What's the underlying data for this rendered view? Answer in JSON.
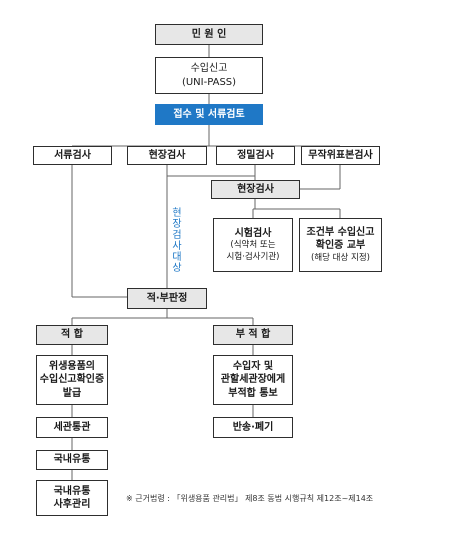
{
  "nodes": {
    "applicant": "민 원 인",
    "import_report": "수입신고\n(UNI-PASS)",
    "receipt_review": "접수 및 서류검토",
    "doc_inspection": "서류검사",
    "onsite_inspection_top": "현장검사",
    "precision_inspection": "정밀검사",
    "random_sampling": "무작위표본검사",
    "onsite_inspection_mid": "현장검사",
    "lab_test": "시험검사",
    "lab_test_note": "(식약처 또는\n시험·검사기관)",
    "conditional_import": "조건부 수입신고\n확인증 교부",
    "conditional_import_note": "(해당 대상 지정)",
    "judgment": "적·부판정",
    "pass": "적 합",
    "fail": "부 적 합",
    "sanitary_cert": "위생용품의\n수입신고확인증\n발급",
    "customs_clearance": "세관통관",
    "domestic_distribution": "국내유통",
    "post_management": "국내유통\n사후관리",
    "fail_notice": "수입자 및\n관할세관장에게\n부적합 통보",
    "return_disposal": "반송·폐기"
  },
  "side_label": "현장검사대상",
  "footnote": "※ 근거법령 : 「위생용품 관리법」 제8조 동법 시행규칙 제12조~제14조",
  "colors": {
    "accent": "#1f78c6",
    "border": "#2e2e2e",
    "fill_gray": "#e7e7e7"
  }
}
